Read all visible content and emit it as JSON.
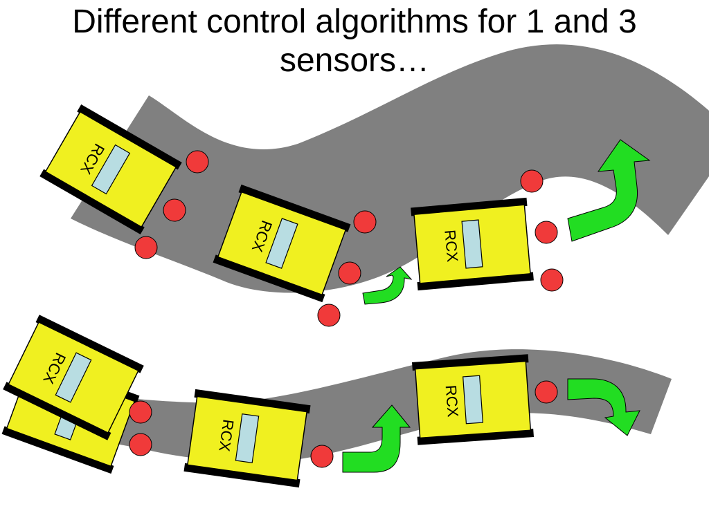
{
  "slide": {
    "title_line1": "Different control algorithms for 1 and 3",
    "title_line2": "sensors…"
  },
  "robot_label": "RCX",
  "colors": {
    "track": "#808080",
    "robot_body": "#f0f020",
    "treads": "#000000",
    "display": "#b8dde2",
    "sensor": "#f03a3a",
    "arrow": "#22dd22"
  }
}
